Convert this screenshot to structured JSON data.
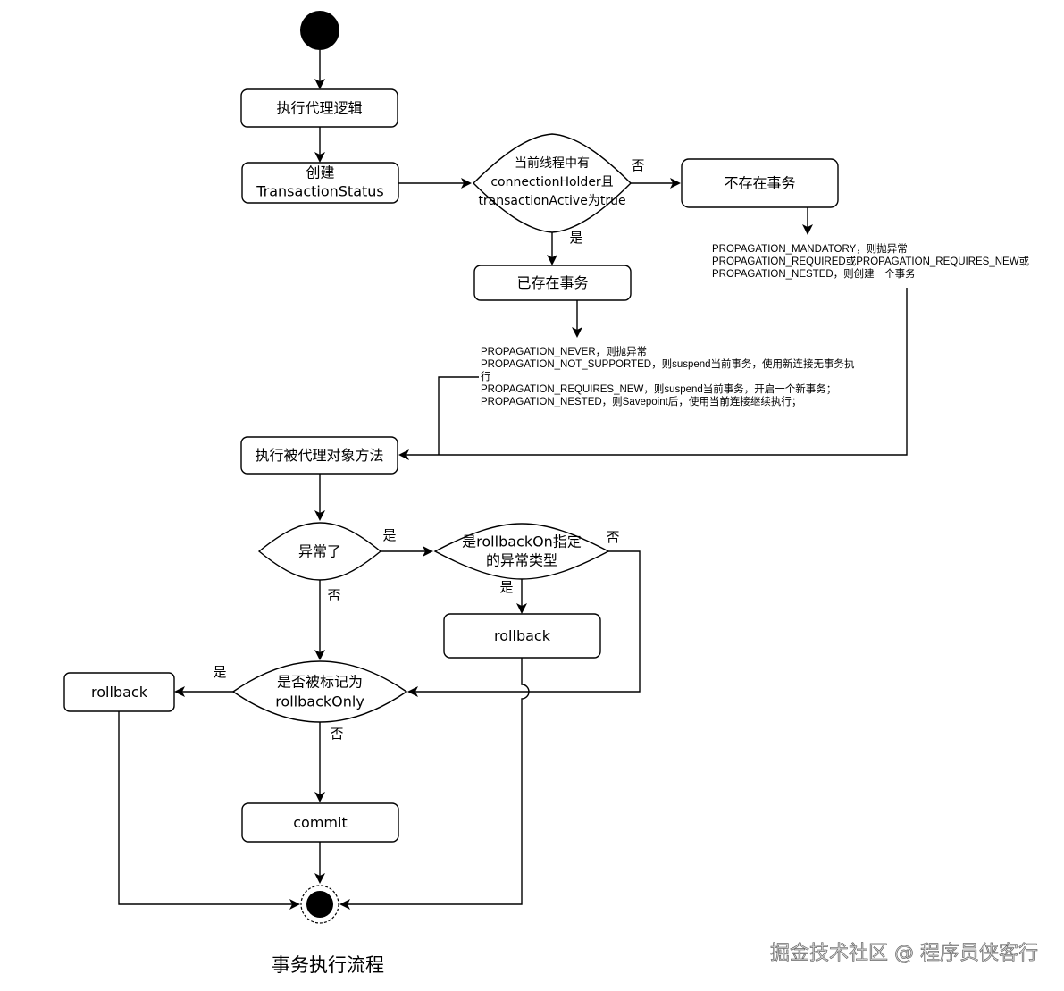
{
  "nodes": {
    "execute_proxy_logic": "执行代理逻辑",
    "create_status_line1": "创建",
    "create_status_line2": "TransactionStatus",
    "check_existing_line1": "当前线程中有",
    "check_existing_line2": "connectionHolder且",
    "check_existing_line3": "transactionActive为true",
    "no_transaction": "不存在事务",
    "existing_transaction": "已存在事务",
    "invoke_target_method": "执行被代理对象方法",
    "exception_check": "异常了",
    "rollback_on_check_line1": "是rollbackOn指定",
    "rollback_on_check_line2": "的异常类型",
    "rollback_right": "rollback",
    "rollback_only_check_line1": "是否被标记为",
    "rollback_only_check_line2": "rollbackOnly",
    "rollback_left": "rollback",
    "commit": "commit"
  },
  "notes": {
    "no_transaction_note": [
      "PROPAGATION_MANDATORY，则抛异常",
      "PROPAGATION_REQUIRED或PROPAGATION_REQUIRES_NEW或",
      "PROPAGATION_NESTED，则创建一个事务"
    ],
    "existing_transaction_note": [
      "PROPAGATION_NEVER，则抛异常",
      "PROPAGATION_NOT_SUPPORTED，则suspend当前事务，使用新连接无事务执",
      "行",
      "PROPAGATION_REQUIRES_NEW，则suspend当前事务，开启一个新事务；",
      "PROPAGATION_NESTED，则Savepoint后，使用当前连接继续执行；"
    ]
  },
  "edge_labels": {
    "check_no": "否",
    "check_yes": "是",
    "exception_yes": "是",
    "exception_no": "否",
    "rollback_on_yes": "是",
    "rollback_on_no": "否",
    "rollback_only_yes": "是",
    "rollback_only_no": "否"
  },
  "caption": "事务执行流程",
  "watermark": "掘金技术社区 @ 程序员侠客行"
}
